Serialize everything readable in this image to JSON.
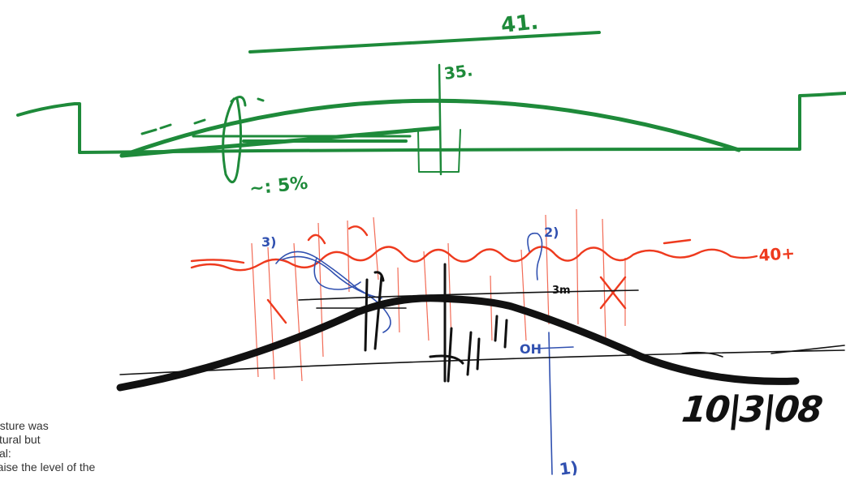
{
  "sketch_top": {
    "label_top": "41.",
    "label_mid": "35.",
    "label_slope": "~: 5%",
    "ink_color": "#1e8a3a"
  },
  "sketch_bottom": {
    "label_left": "3)",
    "label_right": "2)",
    "label_red": "40+",
    "label_blue_oh": "OH",
    "label_blue_bottom": "1)",
    "label_scribble": "3m",
    "red_ink": "#ee3a1e",
    "blue_ink": "#3050b0",
    "black_ink": "#111111"
  },
  "date": "10|3|08",
  "caption": {
    "line1": "esture was",
    "line2": "ctural but",
    "line3": "cal:",
    "line4": "raise the level of the"
  }
}
